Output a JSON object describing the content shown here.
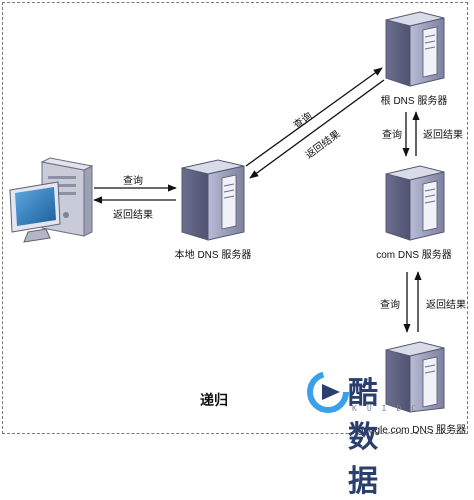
{
  "diagram": {
    "title": "递归",
    "nodes": {
      "client": {
        "label": ""
      },
      "local": {
        "label": "本地 DNS 服务器"
      },
      "root": {
        "label": "根 DNS 服务器"
      },
      "com": {
        "label": "com DNS 服务器"
      },
      "google": {
        "label": "google.com DNS 服务器"
      }
    },
    "edges": {
      "client_local_query": "查询",
      "client_local_return": "返回结果",
      "local_root_query": "查询",
      "local_root_return": "返回结果",
      "root_com_query": "查询",
      "root_com_return": "返回结果",
      "com_google_query": "查询",
      "com_google_return": "返回结果"
    }
  },
  "watermark": {
    "name": "酷数据",
    "letters": "KUIDC",
    "colors": {
      "primary": "#2a3f6e",
      "accent": "#3aa0e8"
    }
  },
  "colors": {
    "server_body": "#8f93b4",
    "server_dark": "#5d607e",
    "server_light": "#d7d9e8",
    "frame": "#7a7a7a"
  }
}
